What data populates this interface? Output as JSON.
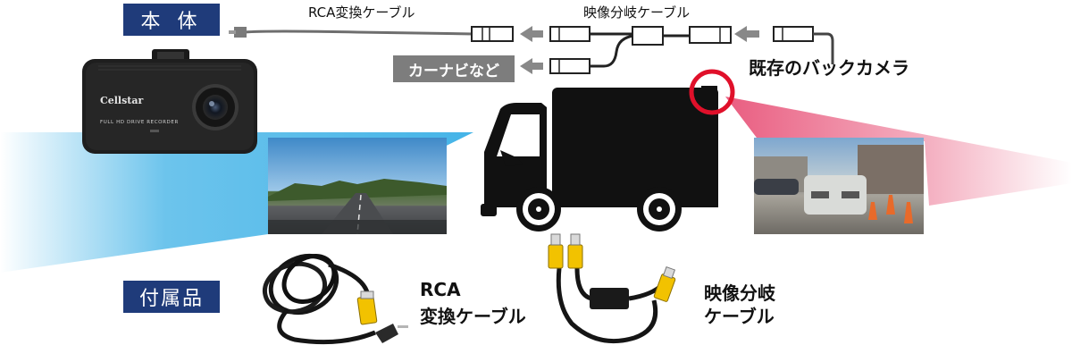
{
  "labels": {
    "main_unit": "本 体",
    "accessories": "付属品",
    "rca_cable_top": "RCA変換ケーブル",
    "split_cable_top": "映像分岐ケーブル",
    "car_navi": "カーナビなど",
    "existing_camera": "既存のバックカメラ",
    "rca_bottom_line1": "RCA",
    "rca_bottom_line2": "変換ケーブル",
    "split_bottom_line1": "映像分岐",
    "split_bottom_line2": "ケーブル",
    "brand": "Cellstar",
    "device_caption": "FULL HD DRIVE RECORDER"
  },
  "colors": {
    "tag_bg": "#1f3b7a",
    "front_beam": "#3bb0e6",
    "rear_beam": "#e8557a",
    "highlight_ring": "#e0102a",
    "arrow": "#888888",
    "plug_yellow": "#f2c200"
  }
}
